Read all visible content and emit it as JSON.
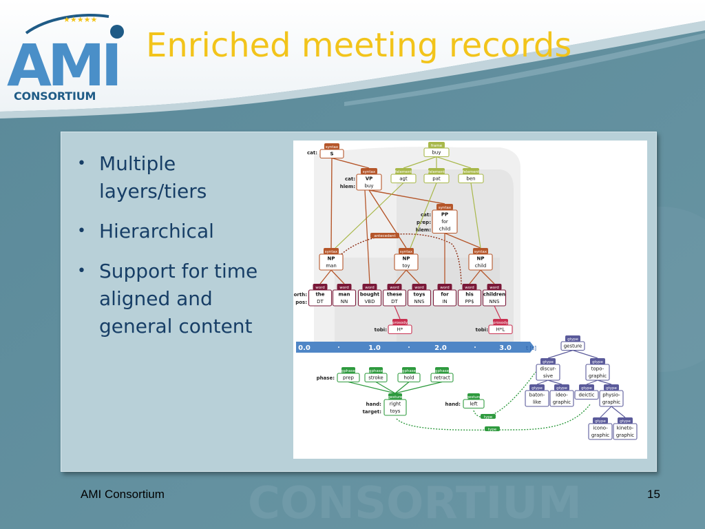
{
  "title": "Enriched meeting records",
  "logo": {
    "wordmark": "AMI",
    "subtitle": "CONSORTIUM"
  },
  "watermark": "CONSORTIUM",
  "bullets": [
    "Multiple layers/tiers",
    "Hierarchical",
    "Support for time aligned and general content"
  ],
  "footer": {
    "left": "AMI Consortium",
    "page": "15"
  },
  "colors": {
    "title": "#f2c41b",
    "bullet_text": "#173e66",
    "syntax": "#b5562a",
    "frame": "#a8b84a",
    "word": "#7a1838",
    "prosody": "#c83050",
    "gesture": "#2e9a3e",
    "gtype": "#5a5a9a",
    "timeline": "#4f86c6"
  },
  "diagram": {
    "frame": {
      "head": "frame",
      "value": "buy"
    },
    "felements": [
      {
        "head": "felement",
        "value": "agt"
      },
      {
        "head": "felement",
        "value": "pat"
      },
      {
        "head": "felement",
        "value": "ben"
      }
    ],
    "syntax_s": {
      "head": "syntax",
      "label": "cat:",
      "value": "S"
    },
    "syntax_vp": {
      "head": "syntax",
      "labels": [
        "cat:",
        "hlem:"
      ],
      "values": [
        "VP",
        "buy"
      ]
    },
    "syntax_pp": {
      "head": "syntax",
      "labels": [
        "cat:",
        "prep:",
        "hlem:"
      ],
      "values": [
        "PP",
        "for",
        "child"
      ]
    },
    "syntax_np": [
      {
        "head": "syntax",
        "cat": "NP",
        "hlem": "man"
      },
      {
        "head": "syntax",
        "cat": "NP",
        "hlem": "toy"
      },
      {
        "head": "syntax",
        "cat": "NP",
        "hlem": "child"
      }
    ],
    "antecedent": "antecedent",
    "word_labels": [
      "orth:",
      "pos:"
    ],
    "words": [
      {
        "head": "word",
        "orth": "the",
        "pos": "DT"
      },
      {
        "head": "word",
        "orth": "man",
        "pos": "NN"
      },
      {
        "head": "word",
        "orth": "bought",
        "pos": "VBD"
      },
      {
        "head": "word",
        "orth": "these",
        "pos": "DT"
      },
      {
        "head": "word",
        "orth": "toys",
        "pos": "NNS"
      },
      {
        "head": "word",
        "orth": "for",
        "pos": "IN"
      },
      {
        "head": "word",
        "orth": "his",
        "pos": "PP$"
      },
      {
        "head": "word",
        "orth": "children",
        "pos": "NNS"
      }
    ],
    "prosody": [
      {
        "head": "prosody",
        "label": "tobi:",
        "value": "H*"
      },
      {
        "head": "prosody",
        "label": "tobi:",
        "value": "H*L"
      }
    ],
    "timeline": {
      "ticks": [
        "0.0",
        "1.0",
        "2.0",
        "3.0"
      ],
      "unit": "t [s]"
    },
    "gphase_label": "phase:",
    "gphases": [
      {
        "head": "gphase",
        "value": "prep"
      },
      {
        "head": "gphase",
        "value": "stroke"
      },
      {
        "head": "gphase",
        "value": "hold"
      },
      {
        "head": "gphase",
        "value": "retract"
      }
    ],
    "gesture1": {
      "head": "gesture",
      "labels": [
        "hand:",
        "target:"
      ],
      "values": [
        "right",
        "toys"
      ]
    },
    "gesture2": {
      "head": "gesture",
      "label": "hand:",
      "value": "left"
    },
    "type_label": "type",
    "gtype_root": {
      "head": "gtype",
      "value": "gesture"
    },
    "gtype_l1": [
      {
        "head": "gtype",
        "value": "discur-sive"
      },
      {
        "head": "gtype",
        "value": "topo-graphic"
      }
    ],
    "gtype_l2": [
      {
        "head": "gtype",
        "value": "baton-like"
      },
      {
        "head": "gtype",
        "value": "ideo-graphic"
      },
      {
        "head": "gtype",
        "value": "deictic"
      },
      {
        "head": "gtype",
        "value": "physio-graphic"
      }
    ],
    "gtype_l3": [
      {
        "head": "gtype",
        "value": "icono-graphic"
      },
      {
        "head": "gtype",
        "value": "kineto-graphic"
      }
    ]
  }
}
